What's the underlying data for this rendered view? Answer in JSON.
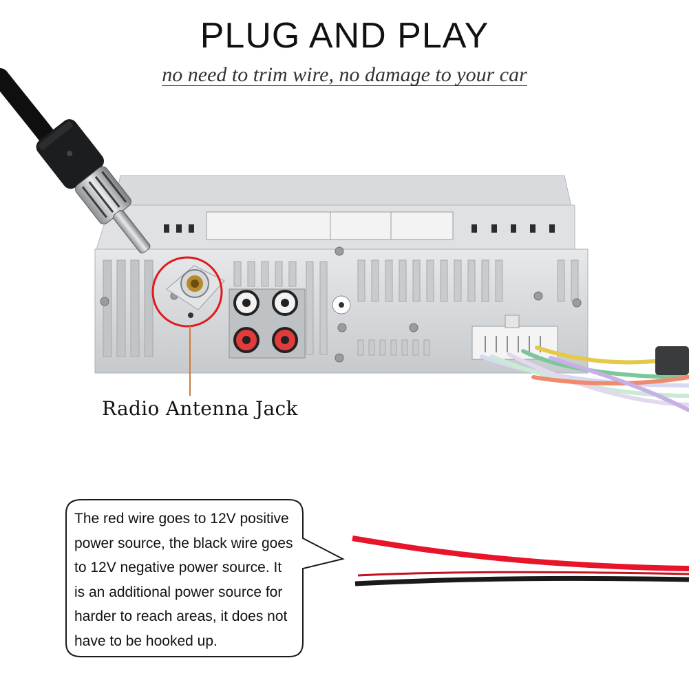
{
  "headline": "PLUG AND PLAY",
  "subheadline": "no need to trim wire, no damage to your car",
  "callout_label": "Radio Antenna Jack",
  "note": {
    "lines": [
      "The red wire goes to 12V positive",
      "power source, the black wire goes",
      "to 12V negative power source. It",
      "is an additional power source for",
      "harder to reach areas, it does not",
      "have to be hooked up."
    ]
  },
  "colors": {
    "highlight_circle": "#e0191c",
    "pointer_line": "#d07a3a",
    "red_wire": "#e8152a",
    "black_wire": "#1a1a1a"
  }
}
